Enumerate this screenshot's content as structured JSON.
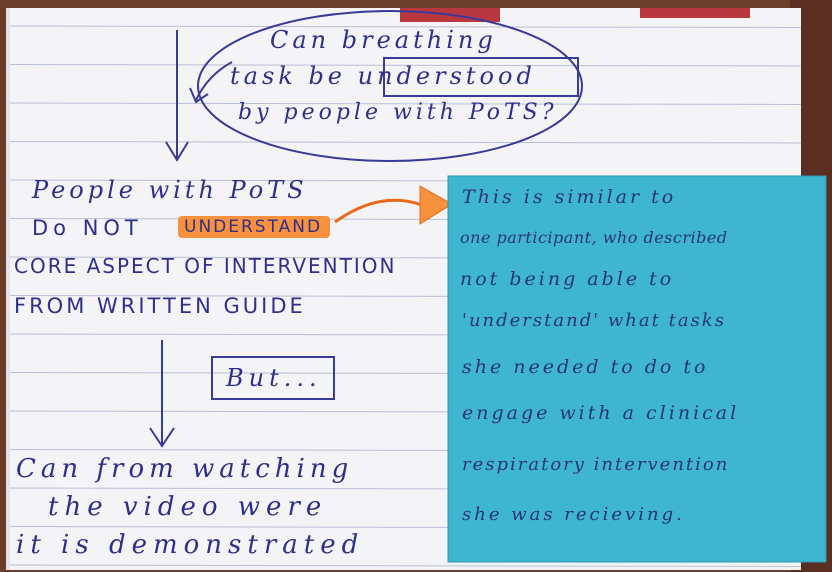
{
  "notes": {
    "bubble_line1": "Can breathing",
    "bubble_line2": "task be understood",
    "bubble_line3": "by people with PoTS?",
    "main_line1": "People with PoTS",
    "main_line2_pre": "Do NOT",
    "main_line2_highlight": "UNDERSTAND",
    "main_line3": "CORE ASPECT OF INTERVENTION",
    "main_line4": "FROM WRITTEN GUIDE",
    "but_box": "But...",
    "bottom_line1": "Can from watching",
    "bottom_line2": "the video were",
    "bottom_line3": "it is demonstrated"
  },
  "sticky": {
    "lines": [
      "This is similar to",
      "one participant, who described",
      "not being able to",
      "'understand' what tasks",
      "she needed to do to",
      "engage with a clinical",
      "respiratory intervention",
      "she was recieving."
    ]
  },
  "colors": {
    "ink": "#2f2f8c",
    "sticky": "#3fb6cf",
    "highlighter": "#f7913d",
    "paper": "#f4f4f6",
    "table": "#6b3d2b"
  }
}
